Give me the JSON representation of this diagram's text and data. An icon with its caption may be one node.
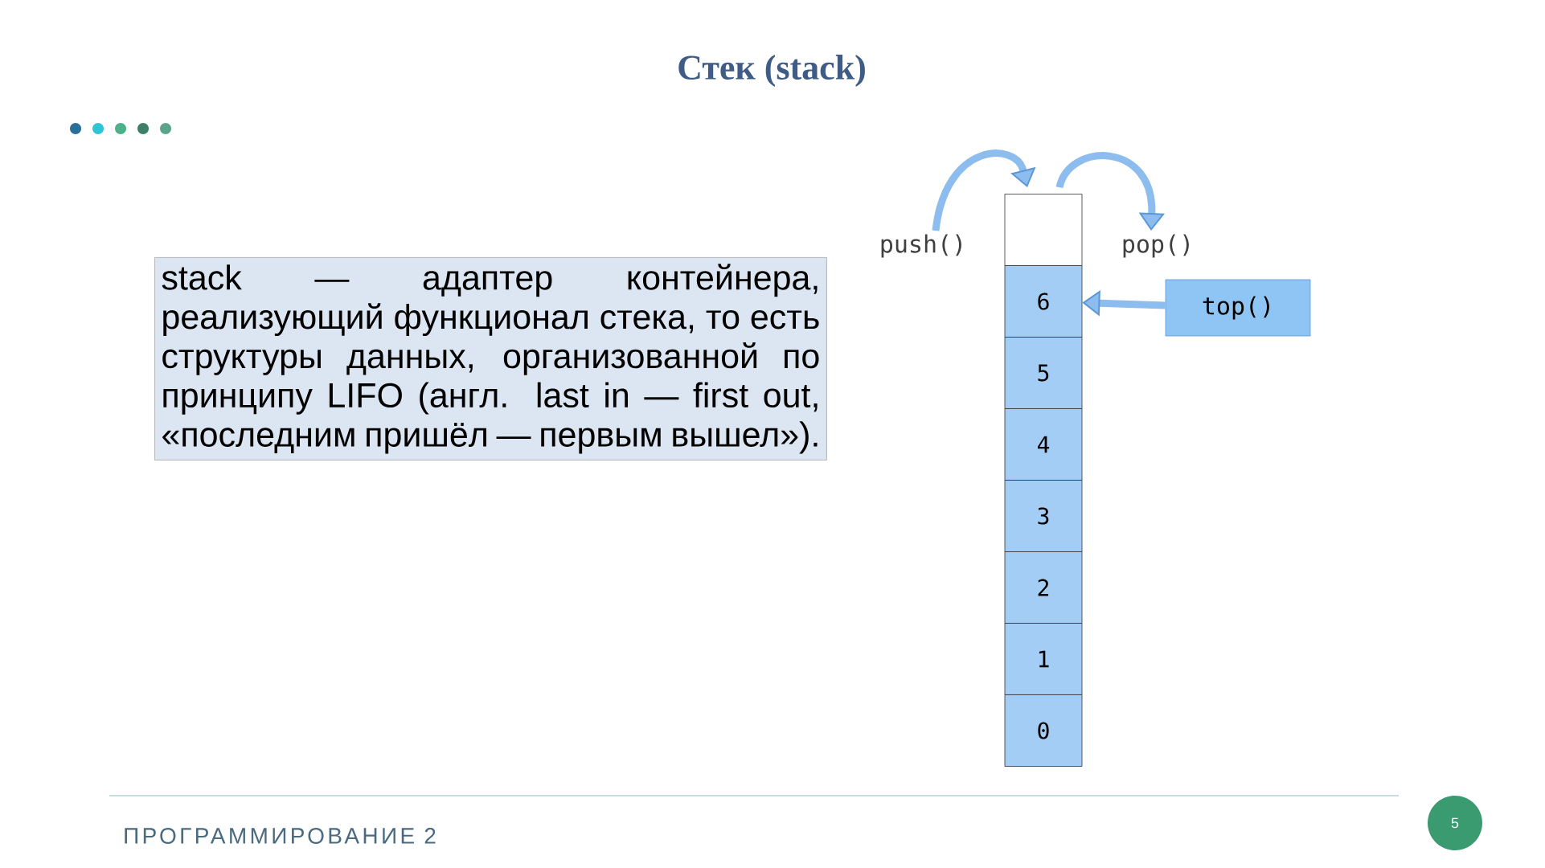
{
  "diagram": {
    "title": "Стек (stack)",
    "nodes": [
      {
        "text": [
          "stack — адаптер контейнера, реализующий функционал стека, то есть структуры данных, организованной по принципу LIFO (англ. last in — first out, «последним пришёл — первым вышел»)."
        ]
      },
      {
        "text": [],
        "shape": "box"
      },
      {
        "text": [
          "6"
        ]
      },
      {
        "text": [
          "5"
        ]
      },
      {
        "text": [
          "4"
        ]
      },
      {
        "text": [
          "3"
        ]
      },
      {
        "text": [
          "2"
        ]
      },
      {
        "text": [
          "1"
        ]
      },
      {
        "text": [
          "0"
        ]
      },
      {
        "text": [
          "top()"
        ]
      },
      {
        "text": [
          "push()"
        ]
      },
      {
        "text": [
          "pop()"
        ]
      }
    ],
    "edges": [
      {
        "from": 10,
        "to": 1,
        "arrow": "to"
      },
      {
        "from": 1,
        "to": 11,
        "arrow": "to"
      },
      {
        "from": 9,
        "to": 2,
        "arrow": "to"
      }
    ],
    "labels": [
      "ПРОГРАММИРОВАНИЕ 2",
      "5"
    ]
  }
}
